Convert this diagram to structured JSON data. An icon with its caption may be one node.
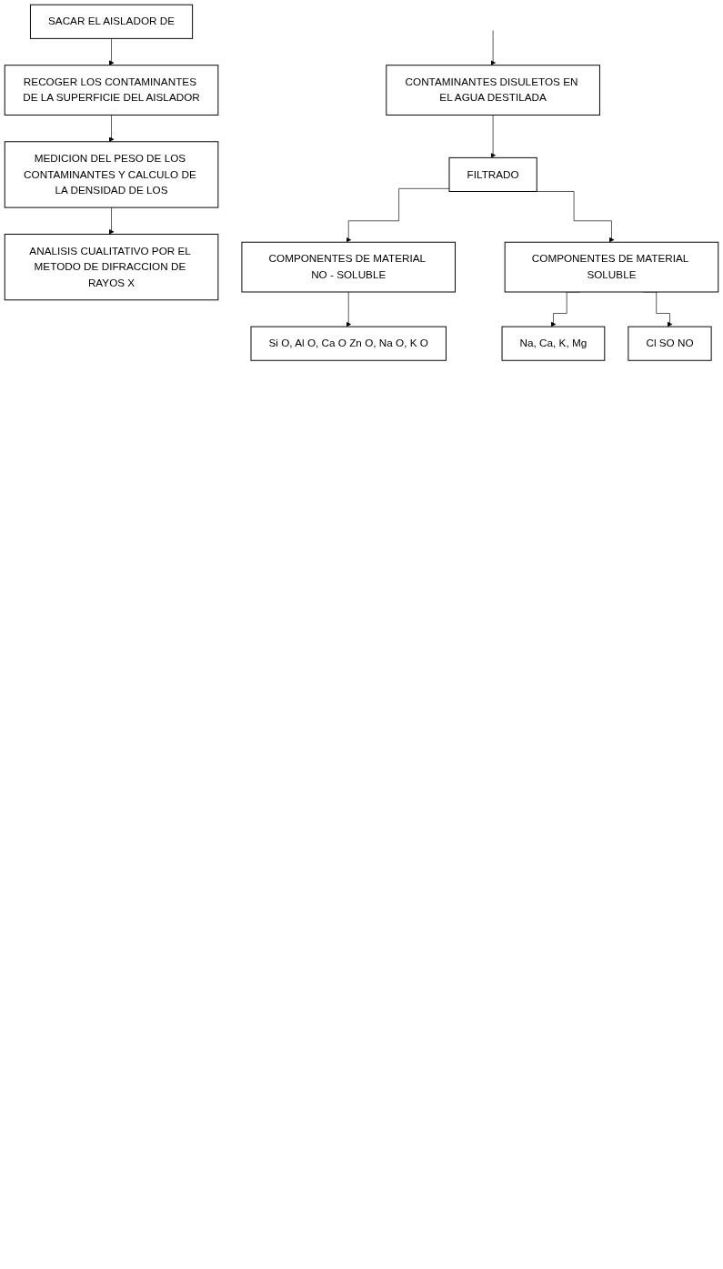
{
  "diagram": {
    "nodes": [
      {
        "text": [
          "SACAR EL AISLADOR DE"
        ]
      },
      {
        "text": [
          "RECOGER LOS CONTAMINANTES DE LA SUPERFICIE DEL AISLADOR"
        ]
      },
      {
        "text": [
          "MEDICION DEL PESO DE LOS CONTAMINANTES Y CALCULO DE LA DENSIDAD DE LOS"
        ]
      },
      {
        "text": [
          "ANALISIS CUALITATIVO POR EL METODO DE DIFRACCION DE RAYOS X"
        ]
      },
      {
        "text": [
          "CONTAMINANTES DISULETOS EN EL AGUA DESTILADA"
        ]
      },
      {
        "text": [
          "FILTRADO"
        ]
      },
      {
        "text": [
          "COMPONENTES DE MATERIAL NO - SOLUBLE"
        ]
      },
      {
        "text": [
          "COMPONENTES DE MATERIAL SOLUBLE"
        ]
      },
      {
        "text": [
          "Si O, Al O, Ca O Zn O, Na O, K O"
        ]
      },
      {
        "text": [
          "Na, Ca, K, Mg"
        ]
      },
      {
        "text": [
          "Cl SO NO"
        ]
      }
    ],
    "edges": [
      {
        "from": 0,
        "to": 1,
        "arrow": "to"
      },
      {
        "from": 1,
        "to": 2,
        "arrow": "to"
      },
      {
        "from": 2,
        "to": 3,
        "arrow": "to"
      },
      {
        "from": null,
        "to": 4,
        "arrow": "to"
      },
      {
        "from": 4,
        "to": 5,
        "arrow": "to"
      },
      {
        "from": 5,
        "to": 6,
        "arrow": "to"
      },
      {
        "from": 5,
        "to": 7,
        "arrow": "to"
      },
      {
        "from": 6,
        "to": 8,
        "arrow": "to"
      },
      {
        "from": 7,
        "to": 9,
        "arrow": "to"
      },
      {
        "from": 7,
        "to": 10,
        "arrow": "to"
      }
    ]
  }
}
